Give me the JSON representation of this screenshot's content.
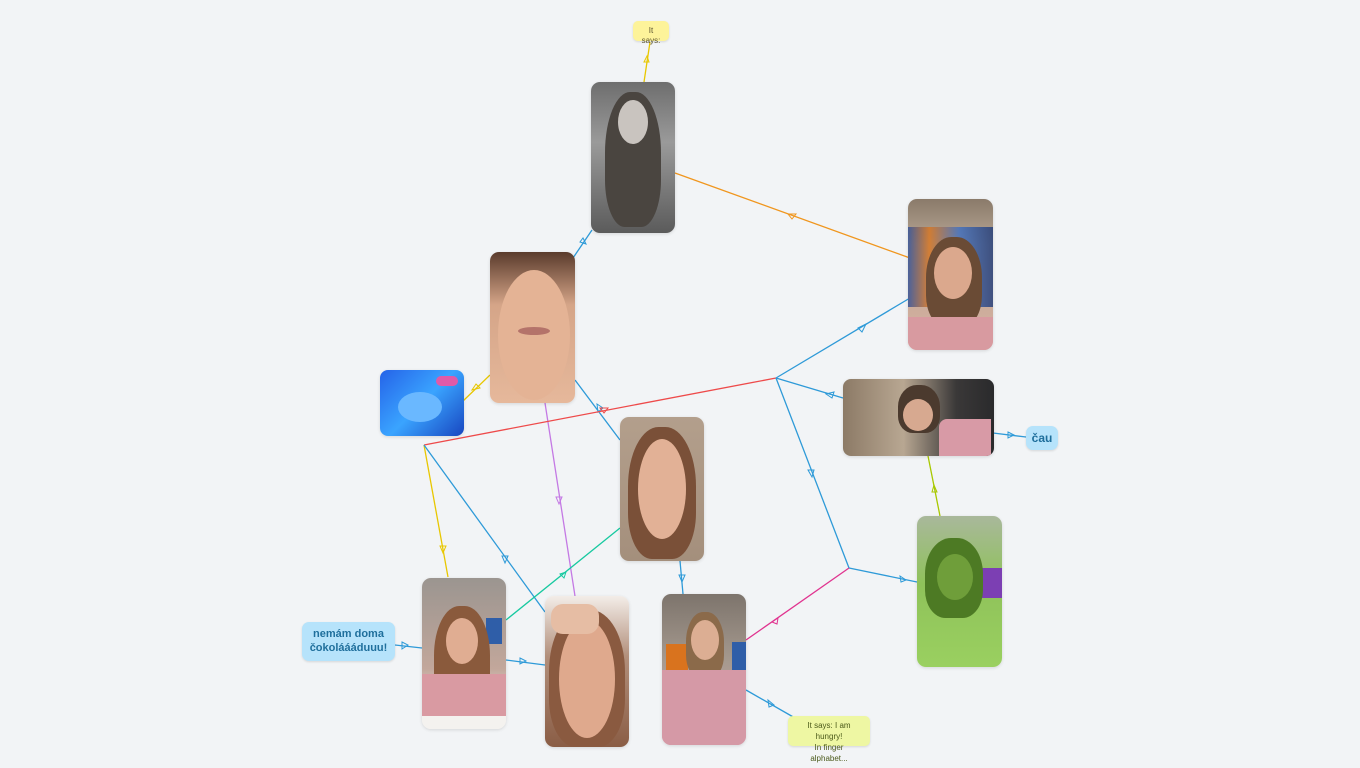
{
  "notes": {
    "top_note": "It says:",
    "cau": "čau",
    "nemam_line1": "nemám doma",
    "nemam_line2": "čokoláááduuu!",
    "hungry_line1": "It says: I am hungry!",
    "hungry_line2": "In finger alphabet..."
  },
  "colors": {
    "orange": "#f0961e",
    "blue": "#2e9ad8",
    "yellow": "#e8c700",
    "red": "#ee4a4a",
    "purple": "#c479e4",
    "teal": "#17c9a0",
    "magenta": "#e0338f",
    "lime": "#a8c800",
    "background": "#f2f4f6"
  },
  "images": [
    {
      "name": "grayscale-portrait",
      "tint": "grayscale"
    },
    {
      "name": "closeup-face-portrait",
      "tint": "natural"
    },
    {
      "name": "blue-tinted-portrait",
      "tint": "blue"
    },
    {
      "name": "grimace-portrait",
      "tint": "natural"
    },
    {
      "name": "looking-down-portrait",
      "tint": "natural"
    },
    {
      "name": "frown-portrait",
      "tint": "natural"
    },
    {
      "name": "green-tinted-portrait",
      "tint": "green"
    },
    {
      "name": "sad-portrait",
      "tint": "natural"
    },
    {
      "name": "finger-nose-portrait",
      "tint": "natural"
    },
    {
      "name": "finger-alphabet-portrait",
      "tint": "natural"
    }
  ]
}
